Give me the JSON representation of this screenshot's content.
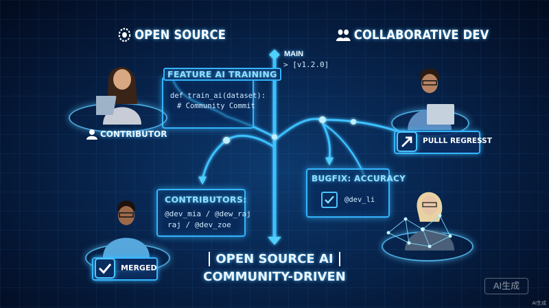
{
  "headers": {
    "open_source": "OPEN SOURCE",
    "collaborative": "COLLABORATIVE DEV"
  },
  "branch": {
    "main_label": "MAIN",
    "version": "> [v1.2.0]"
  },
  "feature_panel": {
    "title": "FEATURE AI TRAINING",
    "code_line1": "def train_ai(dataset):",
    "code_line2": "# Community Commit"
  },
  "contributors_panel": {
    "title": "CONTRIBUTORS:",
    "line1": "@dev_mia / @dew_raj",
    "line2": "raj / @dev_zoe"
  },
  "bugfix_panel": {
    "title": "BUGFIX: ACCURACY",
    "user": "@dev_li"
  },
  "badges": {
    "contributor": "CONTRIBUTOR",
    "pull_request": "PULLL REGRESST",
    "merged": "MERGED"
  },
  "footer": {
    "line1": "OPEN SOURCE AI",
    "line2": "COMMUNITY-DRIVEN"
  },
  "watermark": {
    "box": "AI生成",
    "corner": "AI生成"
  },
  "icons": [
    "plug-gear-icon",
    "people-icon",
    "person-icon",
    "check-icon",
    "arrow-icon",
    "laptop-icon"
  ],
  "colors": {
    "accent": "#35b6ff",
    "title": "#8fe0ff",
    "background": "#082650"
  }
}
